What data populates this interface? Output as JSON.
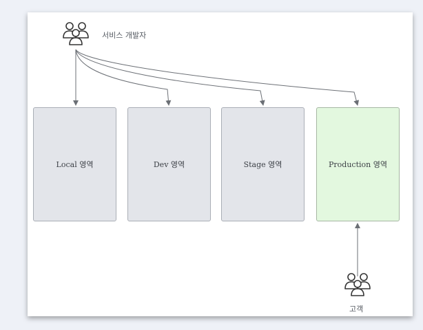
{
  "actors": {
    "developer": {
      "label": "서비스 개발자",
      "icon": "users-icon"
    },
    "customer": {
      "label": "고객",
      "icon": "users-icon"
    }
  },
  "zones": [
    {
      "id": "local",
      "label": "Local 영역",
      "fill": "#e3e5ea"
    },
    {
      "id": "dev",
      "label": "Dev 영역",
      "fill": "#e3e5ea"
    },
    {
      "id": "stage",
      "label": "Stage 영역",
      "fill": "#e3e5ea"
    },
    {
      "id": "production",
      "label": "Production 영역",
      "fill": "#e3f8df"
    }
  ],
  "colors": {
    "background": "#eef1f7",
    "canvas": "#ffffff",
    "connector": "#6b6f75"
  }
}
